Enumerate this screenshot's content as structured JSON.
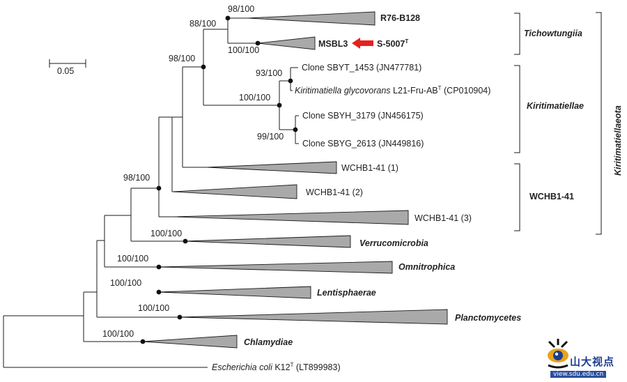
{
  "scale": {
    "label": "0.05"
  },
  "supports": {
    "r76_msbl3": "98/100",
    "tichowtungiia": "88/100",
    "msbl3_s5007": "100/100",
    "core": "98/100",
    "sbyt_kiritimatiella": "93/100",
    "kiritimatiellae": "100/100",
    "sbyh_sbyg": "99/100",
    "wchb": "98/100",
    "verrucomicrobia": "100/100",
    "omnitrophica": "100/100",
    "lentisphaerae": "100/100",
    "planctomycetes": "100/100",
    "chlamydiae": "100/100"
  },
  "taxa": {
    "r76": "R76-B128",
    "msbl3": "MSBL3",
    "s5007": "S-5007",
    "s5007_sup": "T",
    "sbyt": "Clone SBYT_1453 (JN477781)",
    "kiri_italic": "Kiritimatiella glycovorans",
    "kiri_strain": " L21-Fru-AB",
    "kiri_sup": "T",
    "kiri_acc": " (CP010904)",
    "sbyh": "Clone SBYH_3179 (JN456175)",
    "sbyg": "Clone SBYG_2613 (JN449816)",
    "wchb1": "WCHB1-41 (1)",
    "wchb2": "WCHB1-41 (2)",
    "wchb3": "WCHB1-41 (3)",
    "verruco": "Verrucomicrobia",
    "omni": "Omnitrophica",
    "lenti": "Lentisphaerae",
    "plancto": "Planctomycetes",
    "chlamy": "Chlamydiae",
    "ecoli_italic": "Escherichia coli",
    "ecoli_strain": " K12",
    "ecoli_sup": "T",
    "ecoli_acc": " (LT899983)"
  },
  "groups": {
    "tichowtungiia": "Tichowtungiia",
    "kiritimatiellae": "Kiritimatiellae",
    "wchb": "WCHB1-41",
    "kiritimatiellaeota": "Kiritimatiellaeota"
  },
  "colors": {
    "highlight_arrow": "#e8201e",
    "clade_fill": "#a9a9a9"
  },
  "watermark": {
    "brand": "山大视点",
    "url": "view.sdu.edu.cn"
  }
}
